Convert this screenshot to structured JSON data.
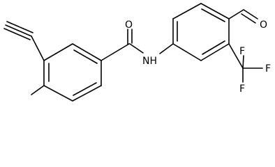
{
  "molecule": {
    "atoms": {
      "oxygen_amide": "O",
      "nitrogen_amide": "NH",
      "oxygen_aldehyde": "O",
      "fluorine_top": "F",
      "fluorine_right": "F",
      "fluorine_bottom": "F"
    },
    "colors": {
      "bond": "#000000",
      "label": "#000000",
      "background": "#ffffff"
    }
  }
}
